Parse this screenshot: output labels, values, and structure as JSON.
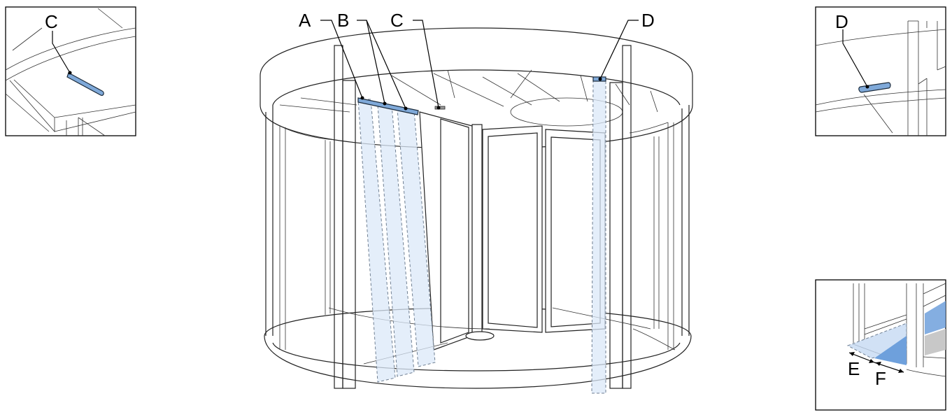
{
  "labels": {
    "A": "A",
    "B": "B",
    "C": "C",
    "D": "D",
    "inset_c": "C",
    "inset_d": "D",
    "E": "E",
    "F": "F"
  },
  "colors": {
    "sensor_fill": "#7fa9d9",
    "beam_fill": "#dbe8f8",
    "floor_zone_dark": "#6ea0dc",
    "floor_zone_light": "#c5daf3",
    "floor_zone_grey": "#c8c8c8"
  }
}
